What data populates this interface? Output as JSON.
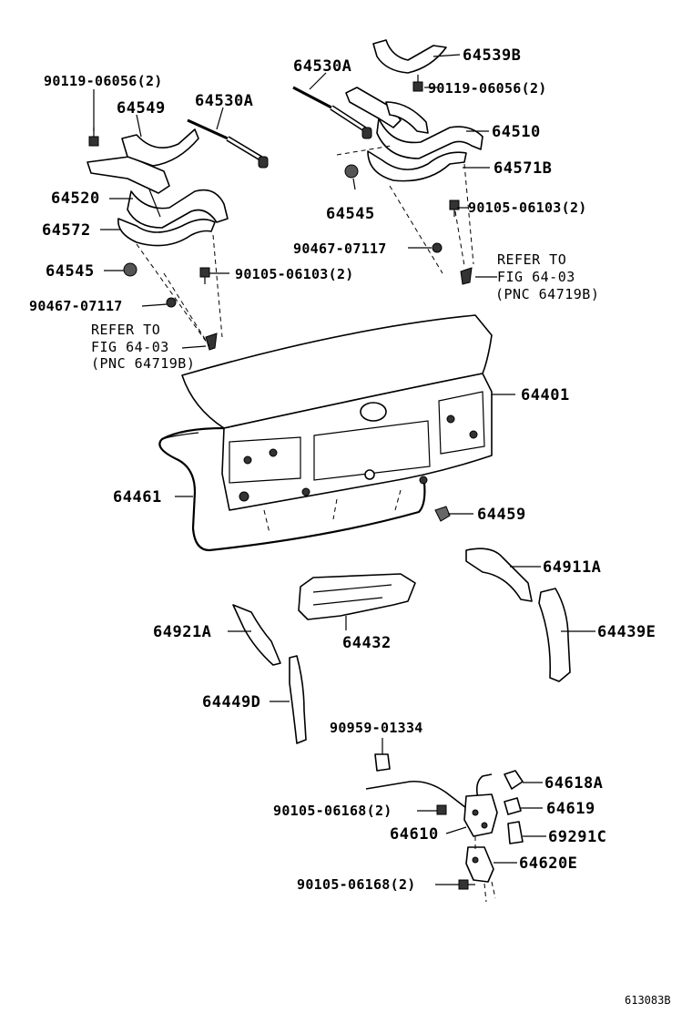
{
  "labels": {
    "p90119_06056_left": "90119-06056(2)",
    "p64549": "64549",
    "p64530a_left": "64530A",
    "p64520": "64520",
    "p64572": "64572",
    "p64545_left": "64545",
    "p90105_06103_left": "90105-06103(2)",
    "p90467_07117_left": "90467-07117",
    "p64530a_right": "64530A",
    "p64539b": "64539B",
    "p90119_06056_right": "90119-06056(2)",
    "p64510": "64510",
    "p64571b": "64571B",
    "p64545_right": "64545",
    "p90105_06103_right": "90105-06103(2)",
    "p90467_07117_right": "90467-07117",
    "p64401": "64401",
    "p64461": "64461",
    "p64459": "64459",
    "p64911a": "64911A",
    "p64432": "64432",
    "p64439e": "64439E",
    "p64921a": "64921A",
    "p64449d": "64449D",
    "p90959_01334": "90959-01334",
    "p64618a": "64618A",
    "p90105_06168_upper": "90105-06168(2)",
    "p64619": "64619",
    "p64610": "64610",
    "p69291c": "69291C",
    "p64620e": "64620E",
    "p90105_06168_lower": "90105-06168(2)"
  },
  "notes": {
    "left": [
      "REFER TO",
      "FIG 64-03",
      "(PNC 64719B)"
    ],
    "right": [
      "REFER TO",
      "FIG 64-03",
      "(PNC 64719B)"
    ]
  },
  "footer": {
    "code": "613083B"
  }
}
